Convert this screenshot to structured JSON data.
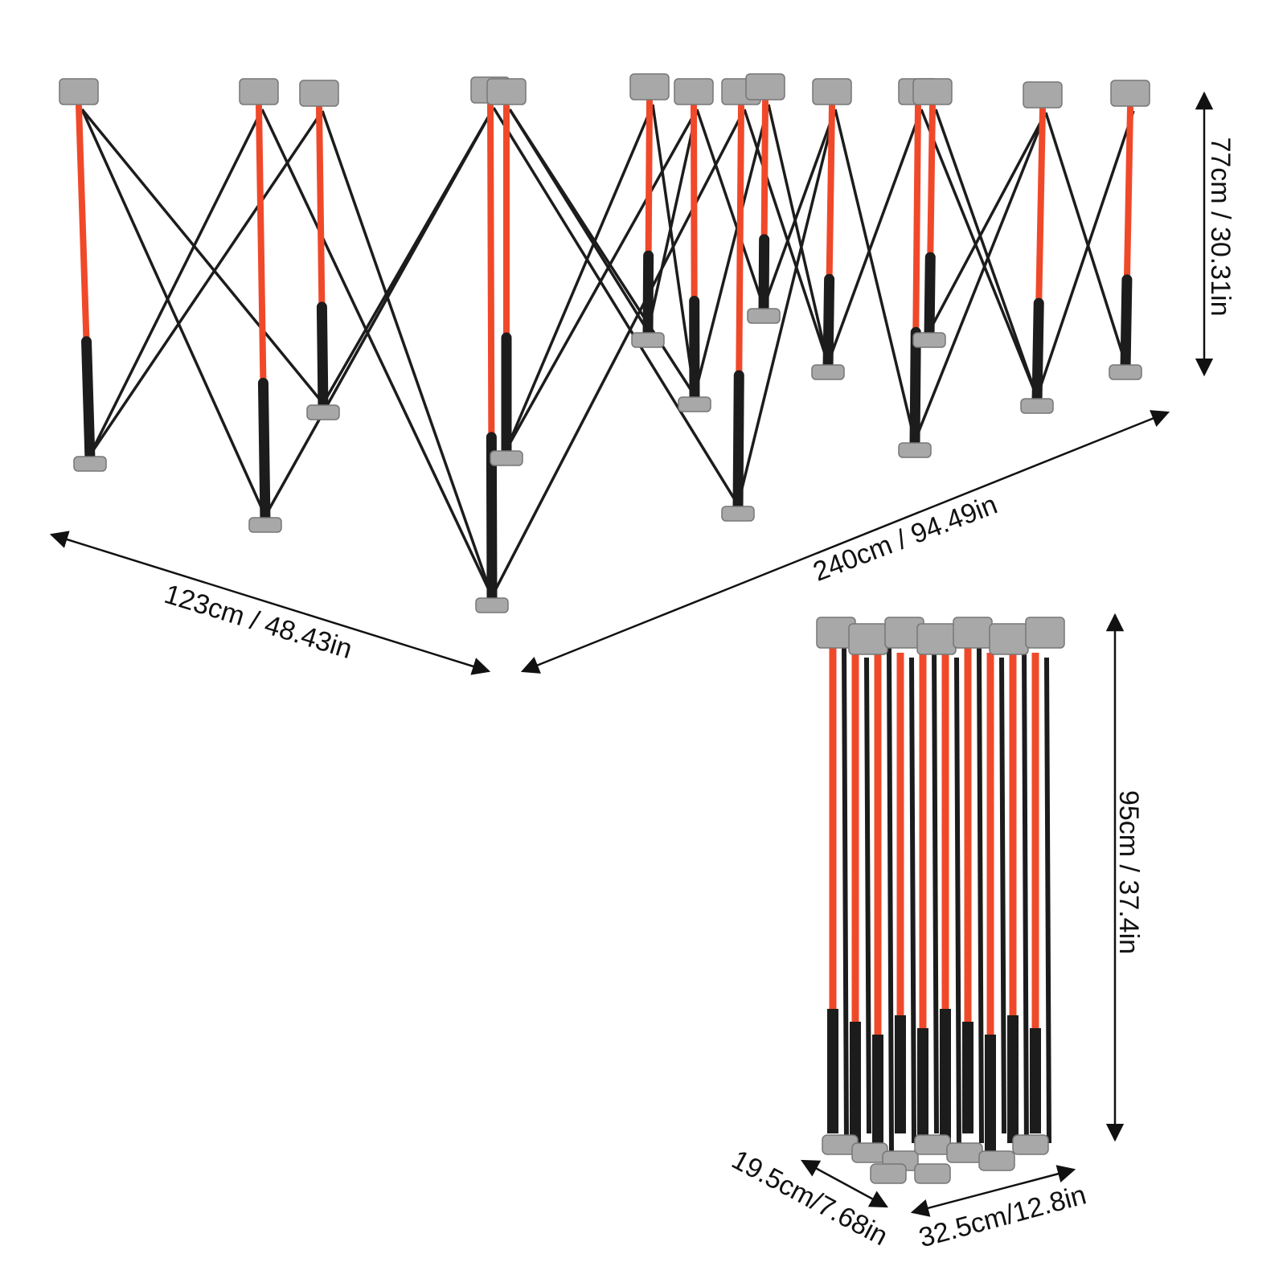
{
  "dimensions": {
    "expanded_height": "77cm / 30.31in",
    "expanded_width": "123cm / 48.43in",
    "expanded_length": "240cm / 94.49in",
    "folded_height": "95cm / 37.4in",
    "folded_depth": "19.5cm/7.68in",
    "folded_width": "32.5cm/12.8in"
  },
  "colors": {
    "leg_orange": "#f0492a",
    "frame_black": "#1c1c1c",
    "cap_gray": "#a8a8a8",
    "dimension_line": "#111111",
    "background": "#ffffff"
  }
}
